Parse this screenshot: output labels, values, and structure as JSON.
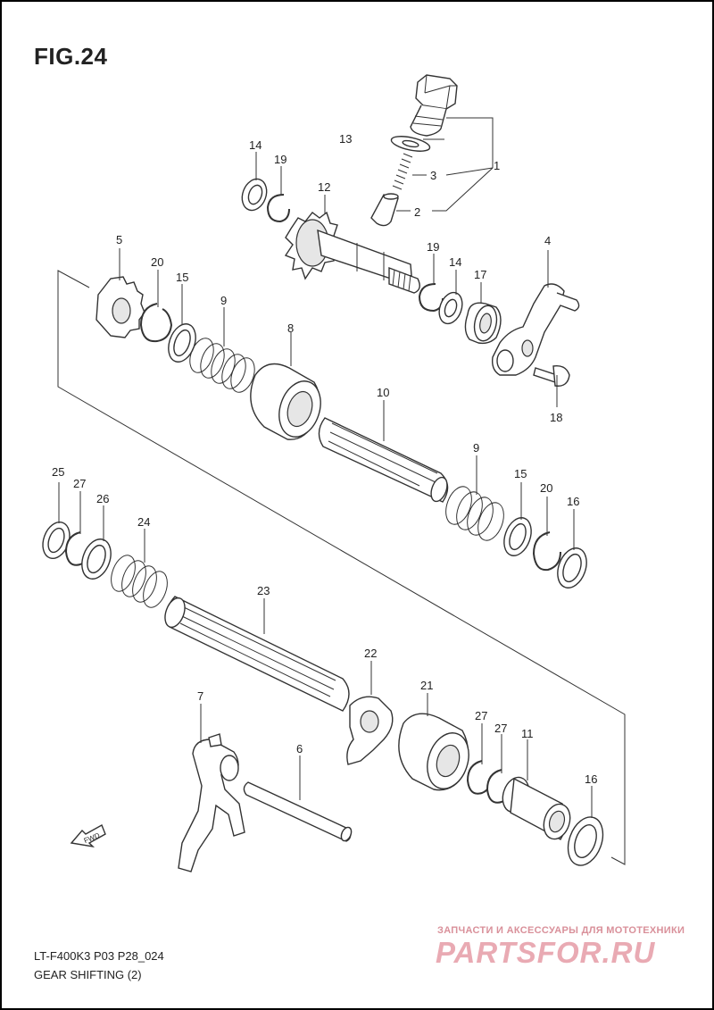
{
  "figure": {
    "title": "FIG.24",
    "model_code": "LT-F400K3 P03 P28_024",
    "title_text": "GEAR SHIFTING (2)"
  },
  "callouts": {
    "c1": "1",
    "c2": "2",
    "c3": "3",
    "c4": "4",
    "c5": "5",
    "c6": "6",
    "c7": "7",
    "c8": "8",
    "c9a": "9",
    "c9b": "9",
    "c10": "10",
    "c11": "11",
    "c12": "12",
    "c13": "13",
    "c14a": "14",
    "c14b": "14",
    "c15a": "15",
    "c15b": "15",
    "c16a": "16",
    "c16b": "16",
    "c17": "17",
    "c18": "18",
    "c19a": "19",
    "c19b": "19",
    "c20a": "20",
    "c20b": "20",
    "c21": "21",
    "c22": "22",
    "c23": "23",
    "c24": "24",
    "c25": "25",
    "c26": "26",
    "c27a": "27",
    "c27b": "27",
    "c27c": "27"
  },
  "fwd_label": "FWD",
  "watermark": {
    "caption": "ЗАПЧАСТИ И АКСЕССУАРЫ ДЛЯ МОТОТЕХНИКИ",
    "brand": "PARTSFOR.RU"
  }
}
